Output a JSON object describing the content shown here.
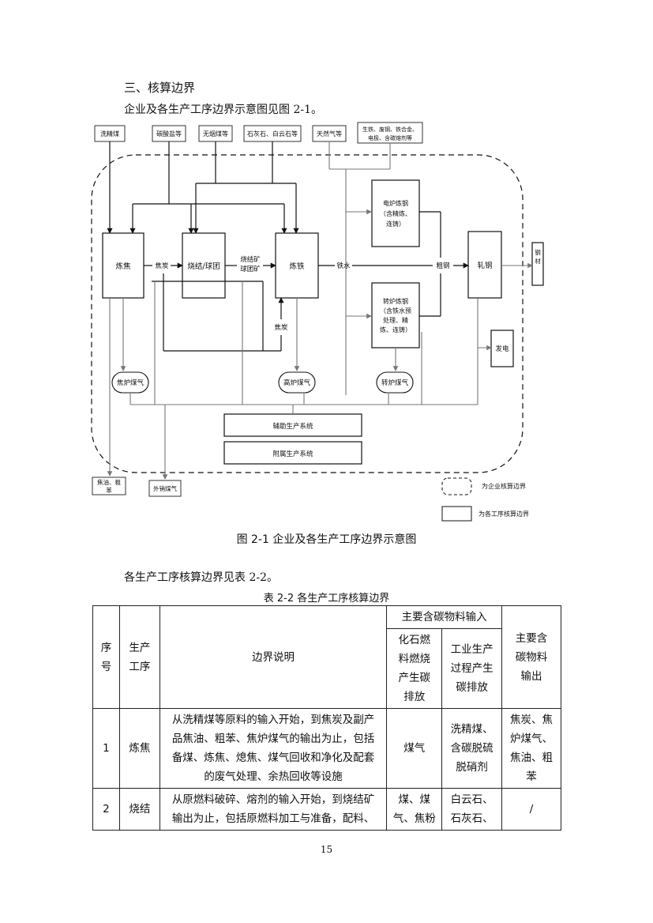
{
  "section_heading": "三、核算边界",
  "intro_text": "企业及各生产工序边界示意图见图 2-1。",
  "figure": {
    "inputs": [
      "洗精煤",
      "碳酸盐等",
      "无烟煤等",
      "石灰石、白云石等",
      "天然气等",
      "生铁、废钢、铁合金、",
      "电极、含碳熔剂等"
    ],
    "processes": {
      "coking": "炼焦",
      "sintering": "烧结/球团",
      "ironmaking": "炼铁",
      "eaf_line1": "电炉炼钢",
      "eaf_line2": "（含精炼、",
      "eaf_line3": "连铸）",
      "bof_line1": "转炉炼钢",
      "bof_line2": "（含铁水预",
      "bof_line3": "处理、精",
      "bof_line4": "炼、连铸）",
      "rolling": "轧钢",
      "power": "发电",
      "auxiliary": "辅助生产系统",
      "ancillary": "附属生产系统"
    },
    "flows": {
      "coke1": "焦炭",
      "sinter1": "烧结矿",
      "sinter2": "球团矿",
      "hot_metal": "铁水",
      "coke2": "焦炭",
      "crude_steel": "粗钢",
      "steel_products": "钢材"
    },
    "gases": {
      "coke_oven": "焦炉煤气",
      "blast_furnace": "高炉煤气",
      "converter": "转炉煤气"
    },
    "outputs": {
      "tar_line1": "焦油、粗",
      "tar_line2": "苯",
      "export_gas": "外销煤气"
    },
    "legend": {
      "enterprise": "为企业核算边界",
      "process": "为各工序核算边界"
    }
  },
  "figure_caption": "图 2-1  企业及各生产工序边界示意图",
  "table_intro": "各生产工序核算边界见表 2-2。",
  "table_caption": "表 2-2  各生产工序核算边界",
  "table": {
    "h_seq_1": "序",
    "h_seq_2": "号",
    "h_proc_1": "生产",
    "h_proc_2": "工序",
    "h_desc": "边界说明",
    "h_input": "主要含碳物料输入",
    "h_fossil_1": "化石燃",
    "h_fossil_2": "料燃烧",
    "h_fossil_3": "产生碳",
    "h_fossil_4": "排放",
    "h_ind_1": "工业生产",
    "h_ind_2": "过程产生",
    "h_ind_3": "碳排放",
    "h_out_1": "主要含",
    "h_out_2": "碳物料",
    "h_out_3": "输出",
    "rows": [
      {
        "seq": "1",
        "proc": "炼焦",
        "d1": "从洗精煤等原料的输入开始，到焦炭及副产",
        "d2": "品焦油、粗苯、焦炉煤气的输出为止，包括",
        "d3": "备煤、炼焦、熄焦、煤气回收和净化及配套",
        "d4": "的废气处理、余热回收等设施",
        "fossil": "煤气",
        "ind1": "洗精煤、",
        "ind2": "含碳脱硫",
        "ind3": "脱硝剂",
        "out1": "焦炭、焦",
        "out2": "炉煤气、",
        "out3": "焦油、粗",
        "out4": "苯"
      },
      {
        "seq": "2",
        "proc": "烧结",
        "d1": "从原燃料破碎、熔剂的输入开始，到烧结矿",
        "d2": "输出为止，包括原燃料加工与准备，配料、",
        "fossil1": "煤、煤",
        "fossil2": "气、焦粉",
        "ind1": "白云石、",
        "ind2": "石灰石、",
        "out": "/"
      }
    ]
  },
  "page_number": "15"
}
